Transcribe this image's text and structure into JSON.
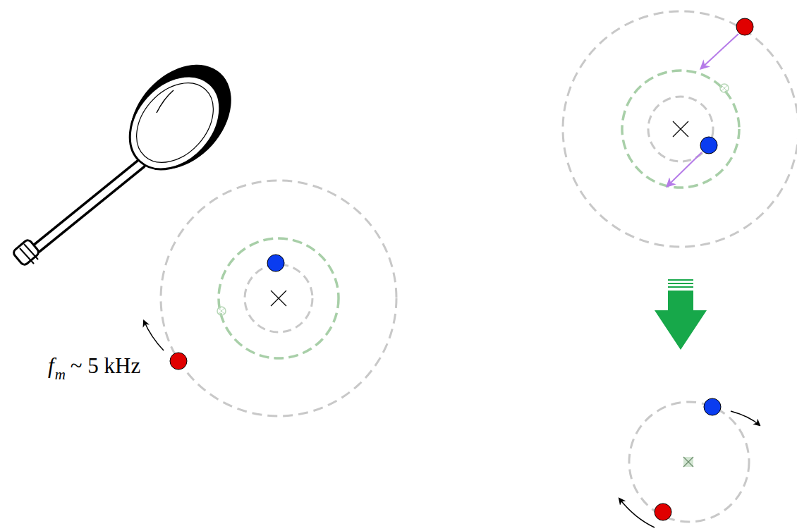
{
  "diagram": {
    "labels": [
      "f",
      "m",
      "~ 5 kHz"
    ]
  }
}
